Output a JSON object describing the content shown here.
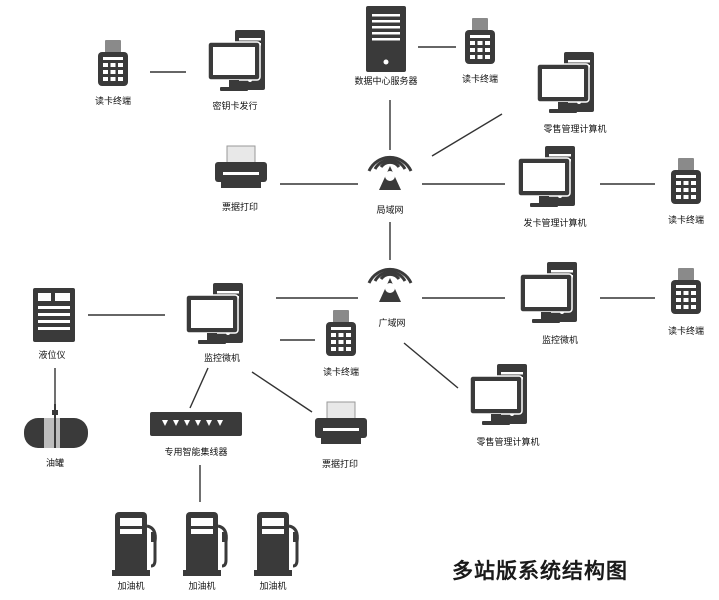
{
  "title": "多站版系统结构图",
  "nodes": {
    "card_reader_top_left": "读卡终端",
    "key_card_issue": "密钥卡发行",
    "data_center_server": "数据中心服务器",
    "card_reader_top_center": "读卡终端",
    "retail_mgmt_top": "零售管理计算机",
    "receipt_print_top": "票据打印",
    "lan": "局域网",
    "card_issue_mgmt": "发卡管理计算机",
    "card_reader_right_top": "读卡终端",
    "level_gauge": "液位仪",
    "monitor_pc_left": "监控微机",
    "wan": "广域网",
    "monitor_pc_right": "监控微机",
    "card_reader_right_bottom": "读卡终端",
    "card_reader_mid": "读卡终端",
    "retail_mgmt_bottom": "零售管理计算机",
    "oil_tank": "油罐",
    "smart_hub": "专用智能集线器",
    "receipt_print_bottom": "票据打印",
    "dispenser_1": "加油机",
    "dispenser_2": "加油机",
    "dispenser_3": "加油机"
  },
  "edges": [
    [
      "card_reader_top_left",
      "key_card_issue"
    ],
    [
      "data_center_server",
      "card_reader_top_center"
    ],
    [
      "data_center_server",
      "lan"
    ],
    [
      "retail_mgmt_top",
      "lan"
    ],
    [
      "receipt_print_top",
      "lan"
    ],
    [
      "lan",
      "card_issue_mgmt"
    ],
    [
      "card_issue_mgmt",
      "card_reader_right_top"
    ],
    [
      "lan",
      "wan"
    ],
    [
      "level_gauge",
      "monitor_pc_left"
    ],
    [
      "level_gauge",
      "oil_tank"
    ],
    [
      "monitor_pc_left",
      "wan"
    ],
    [
      "wan",
      "monitor_pc_right"
    ],
    [
      "monitor_pc_right",
      "card_reader_right_bottom"
    ],
    [
      "monitor_pc_left",
      "card_reader_mid"
    ],
    [
      "wan",
      "retail_mgmt_bottom"
    ],
    [
      "monitor_pc_left",
      "smart_hub"
    ],
    [
      "monitor_pc_left",
      "receipt_print_bottom"
    ],
    [
      "smart_hub",
      "dispenser_2"
    ]
  ],
  "colors": {
    "icon": "#3a3a3a",
    "screen": "#ffffff",
    "line": "#333333"
  }
}
